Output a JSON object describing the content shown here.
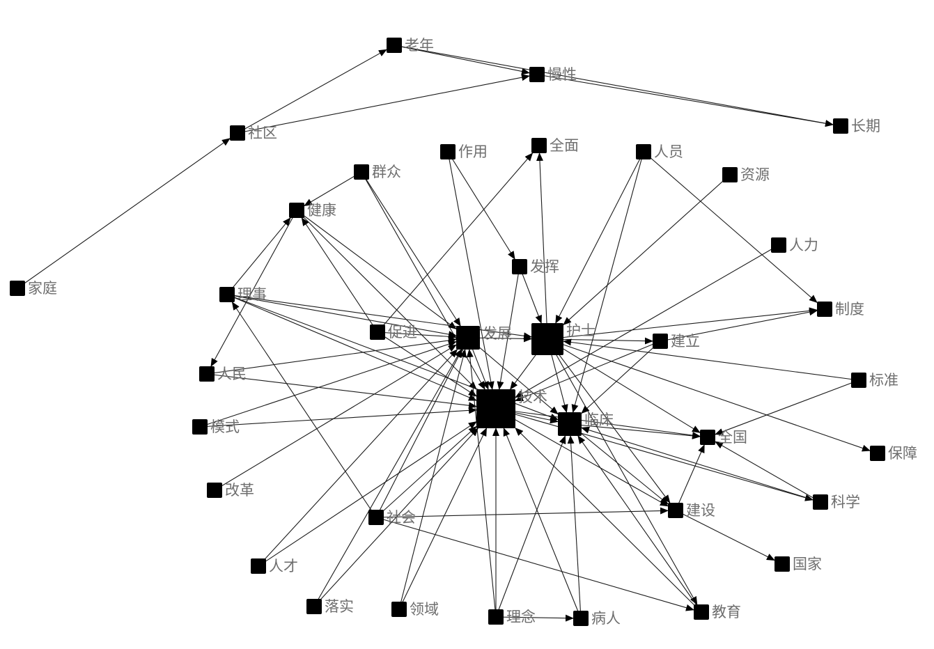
{
  "graph": {
    "nodes": [
      {
        "id": "laonian",
        "label": "老年"
      },
      {
        "id": "manxing",
        "label": "慢性"
      },
      {
        "id": "shequ",
        "label": "社区"
      },
      {
        "id": "changqi",
        "label": "长期"
      },
      {
        "id": "jiating",
        "label": "家庭"
      },
      {
        "id": "zuoyong",
        "label": "作用"
      },
      {
        "id": "quanmian",
        "label": "全面"
      },
      {
        "id": "renyuan",
        "label": "人员"
      },
      {
        "id": "ziyuan",
        "label": "资源"
      },
      {
        "id": "qunzhong",
        "label": "群众"
      },
      {
        "id": "jiankang",
        "label": "健康"
      },
      {
        "id": "renli",
        "label": "人力"
      },
      {
        "id": "fahui",
        "label": "发挥"
      },
      {
        "id": "lishi",
        "label": "理事"
      },
      {
        "id": "zhidu",
        "label": "制度"
      },
      {
        "id": "cujin",
        "label": "促进"
      },
      {
        "id": "fazhan",
        "label": "发展"
      },
      {
        "id": "hushi",
        "label": "护士"
      },
      {
        "id": "jianli",
        "label": "建立"
      },
      {
        "id": "renmin",
        "label": "人民"
      },
      {
        "id": "biaozhun",
        "label": "标准"
      },
      {
        "id": "jishu",
        "label": "技术"
      },
      {
        "id": "linchuang",
        "label": "临床"
      },
      {
        "id": "moshi",
        "label": "模式"
      },
      {
        "id": "quanguo",
        "label": "全国"
      },
      {
        "id": "baozhang",
        "label": "保障"
      },
      {
        "id": "gaige",
        "label": "改革"
      },
      {
        "id": "kexue",
        "label": "科学"
      },
      {
        "id": "shehui",
        "label": "社会"
      },
      {
        "id": "jianshe",
        "label": "建设"
      },
      {
        "id": "guojia",
        "label": "国家"
      },
      {
        "id": "rencai",
        "label": "人才"
      },
      {
        "id": "luoshi",
        "label": "落实"
      },
      {
        "id": "lingyu",
        "label": "领域"
      },
      {
        "id": "linian",
        "label": "理念"
      },
      {
        "id": "bingren",
        "label": "病人"
      },
      {
        "id": "jiaoyu",
        "label": "教育"
      }
    ],
    "edges": [
      [
        "shequ",
        "laonian"
      ],
      [
        "shequ",
        "manxing"
      ],
      [
        "laonian",
        "manxing"
      ],
      [
        "manxing",
        "changqi"
      ],
      [
        "laonian",
        "changqi"
      ],
      [
        "jiating",
        "shequ"
      ],
      [
        "zuoyong",
        "fahui"
      ],
      [
        "zuoyong",
        "jishu"
      ],
      [
        "renyuan",
        "hushi"
      ],
      [
        "renyuan",
        "linchuang"
      ],
      [
        "renyuan",
        "zhidu"
      ],
      [
        "ziyuan",
        "hushi"
      ],
      [
        "renli",
        "jishu"
      ],
      [
        "qunzhong",
        "fazhan"
      ],
      [
        "qunzhong",
        "jishu"
      ],
      [
        "qunzhong",
        "jiankang"
      ],
      [
        "jiankang",
        "fazhan"
      ],
      [
        "jiankang",
        "jishu"
      ],
      [
        "jiankang",
        "renmin"
      ],
      [
        "lishi",
        "jiankang"
      ],
      [
        "lishi",
        "fazhan"
      ],
      [
        "lishi",
        "jishu"
      ],
      [
        "lishi",
        "hushi"
      ],
      [
        "lishi",
        "linchuang"
      ],
      [
        "cujin",
        "quanmian"
      ],
      [
        "cujin",
        "fazhan"
      ],
      [
        "cujin",
        "jishu"
      ],
      [
        "cujin",
        "jiankang"
      ],
      [
        "fahui",
        "hushi"
      ],
      [
        "fahui",
        "jishu"
      ],
      [
        "fazhan",
        "hushi"
      ],
      [
        "fazhan",
        "jishu"
      ],
      [
        "fazhan",
        "linchuang"
      ],
      [
        "hushi",
        "quanmian"
      ],
      [
        "hushi",
        "jianli"
      ],
      [
        "hushi",
        "zhidu"
      ],
      [
        "hushi",
        "linchuang"
      ],
      [
        "hushi",
        "jishu"
      ],
      [
        "hushi",
        "baozhang"
      ],
      [
        "hushi",
        "quanguo"
      ],
      [
        "hushi",
        "jianshe"
      ],
      [
        "hushi",
        "jiaoyu"
      ],
      [
        "jianli",
        "zhidu"
      ],
      [
        "jianli",
        "jishu"
      ],
      [
        "jianli",
        "linchuang"
      ],
      [
        "biaozhun",
        "hushi"
      ],
      [
        "biaozhun",
        "quanguo"
      ],
      [
        "renmin",
        "fazhan"
      ],
      [
        "renmin",
        "jishu"
      ],
      [
        "moshi",
        "jishu"
      ],
      [
        "moshi",
        "fazhan"
      ],
      [
        "gaige",
        "fazhan"
      ],
      [
        "shehui",
        "lishi"
      ],
      [
        "shehui",
        "fazhan"
      ],
      [
        "shehui",
        "jishu"
      ],
      [
        "shehui",
        "jianshe"
      ],
      [
        "shehui",
        "jiaoyu"
      ],
      [
        "jishu",
        "linchuang"
      ],
      [
        "jishu",
        "quanguo"
      ],
      [
        "jishu",
        "jianshe"
      ],
      [
        "jishu",
        "kexue"
      ],
      [
        "linchuang",
        "quanguo"
      ],
      [
        "linchuang",
        "jianshe"
      ],
      [
        "kexue",
        "linchuang"
      ],
      [
        "kexue",
        "quanguo"
      ],
      [
        "jianshe",
        "quanguo"
      ],
      [
        "jianshe",
        "guojia"
      ],
      [
        "rencai",
        "fazhan"
      ],
      [
        "rencai",
        "jishu"
      ],
      [
        "luoshi",
        "fazhan"
      ],
      [
        "luoshi",
        "jishu"
      ],
      [
        "lingyu",
        "fazhan"
      ],
      [
        "lingyu",
        "jishu"
      ],
      [
        "linian",
        "jishu"
      ],
      [
        "linian",
        "linchuang"
      ],
      [
        "linian",
        "fazhan"
      ],
      [
        "linian",
        "bingren"
      ],
      [
        "bingren",
        "jishu"
      ],
      [
        "bingren",
        "linchuang"
      ],
      [
        "jiaoyu",
        "jishu"
      ],
      [
        "jiaoyu",
        "linchuang"
      ]
    ]
  }
}
